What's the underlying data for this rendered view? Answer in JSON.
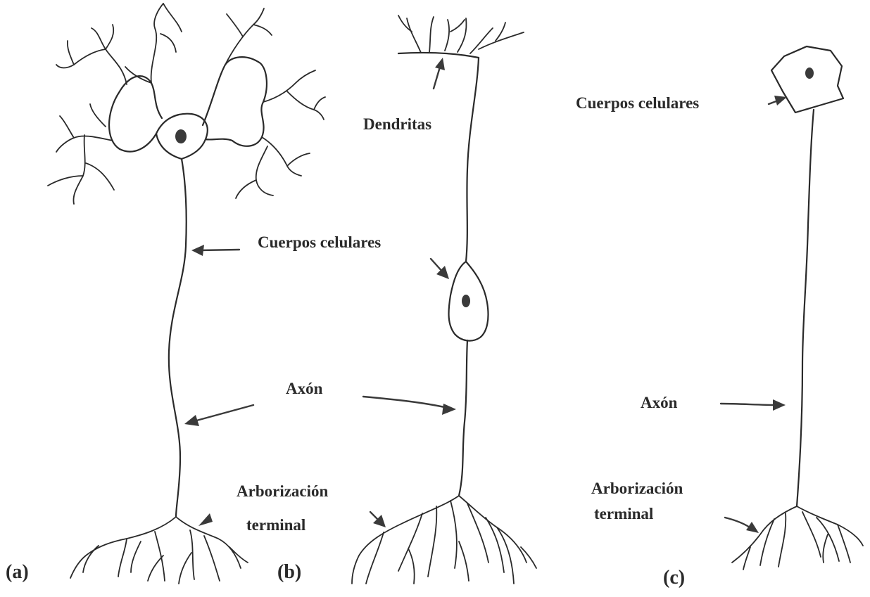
{
  "panels": {
    "a": {
      "tag": "(a)"
    },
    "b": {
      "tag": "(b)"
    },
    "c": {
      "tag": "(c)"
    }
  },
  "labels": {
    "dendritas": "Dendritas",
    "cuerpos_middle": "Cuerpos celulares",
    "cuerpos_right": "Cuerpos  celulares",
    "axon_middle": "Axón",
    "axon_right": "Axón",
    "arbor_middle_1": "Arborización",
    "arbor_middle_2": "terminal",
    "arbor_right_1": "Arborización",
    "arbor_right_2": "terminal"
  },
  "colors": {
    "ink": "#2a2a2a",
    "background": "#ffffff"
  }
}
